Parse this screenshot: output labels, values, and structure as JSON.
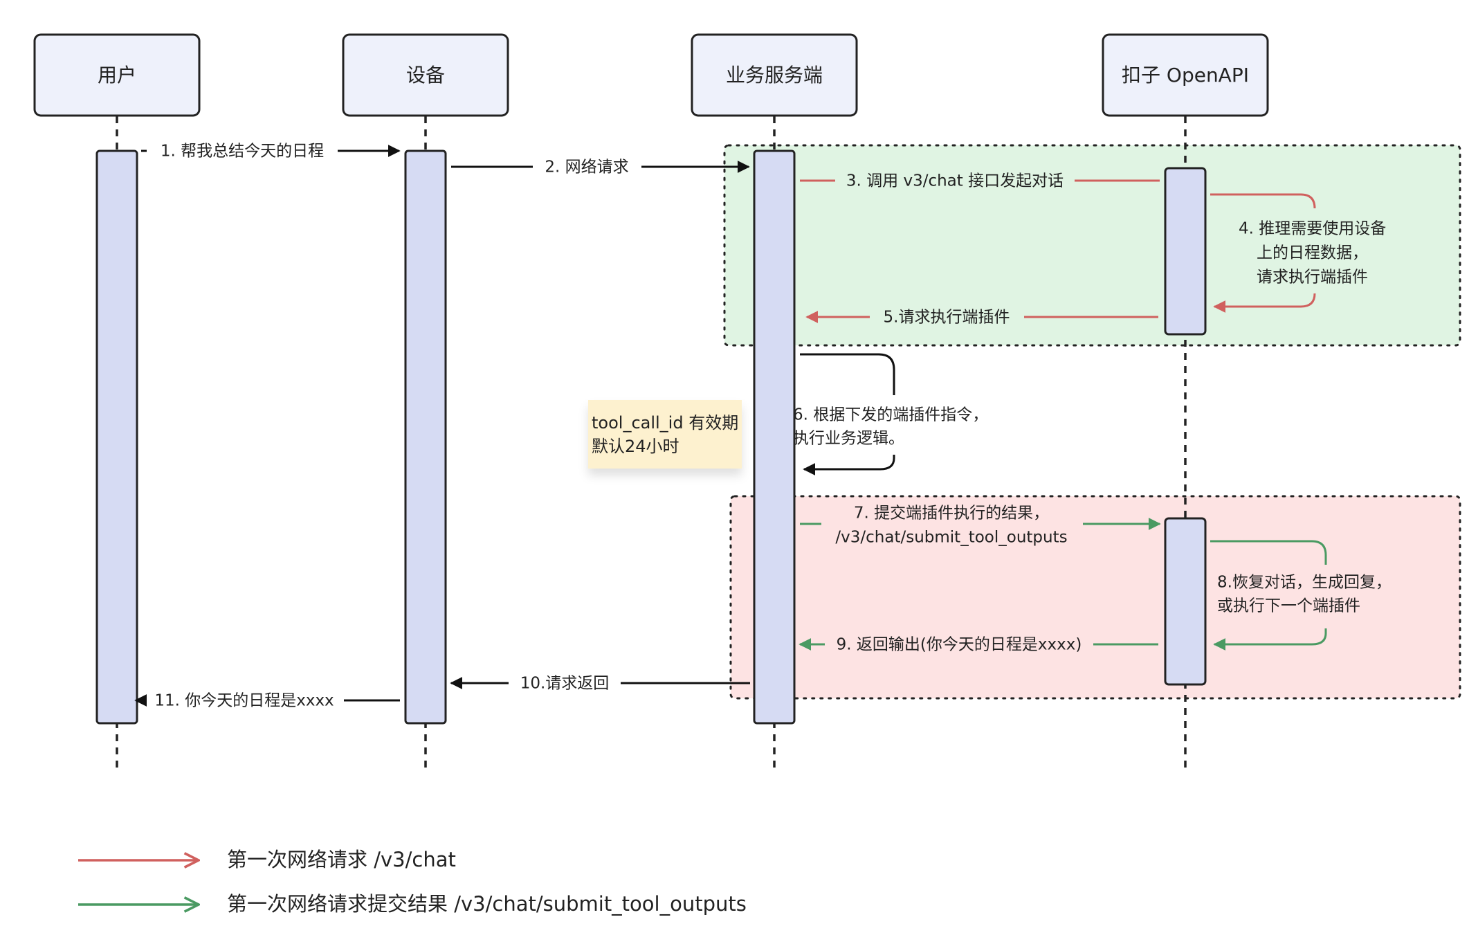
{
  "participants": [
    {
      "id": "user",
      "label": "用户"
    },
    {
      "id": "device",
      "label": "设备"
    },
    {
      "id": "server",
      "label": "业务服务端"
    },
    {
      "id": "coze",
      "label": "扣子 OpenAPI"
    }
  ],
  "messages": {
    "m1": "1. 帮我总结今天的日程",
    "m2": "2. 网络请求",
    "m3": "3. 调用 v3/chat 接口发起对话",
    "m4": [
      "4. 推理需要使用设备",
      "上的日程数据，",
      "请求执行端插件"
    ],
    "m5": "5.请求执行端插件",
    "m6": [
      "6. 根据下发的端插件指令，",
      "执行业务逻辑。"
    ],
    "m7": [
      "7. 提交端插件执行的结果，",
      "/v3/chat/submit_tool_outputs"
    ],
    "m8": [
      "8.恢复对话，生成回复，",
      "或执行下一个端插件"
    ],
    "m9": "9. 返回输出(你今天的日程是xxxx)",
    "m10": "10.请求返回",
    "m11": "11. 你今天的日程是xxxx"
  },
  "note": [
    "tool_call_id 有效期",
    "默认24小时"
  ],
  "legend": [
    {
      "label": "第一次网络请求 /v3/chat",
      "color": "#d0605e"
    },
    {
      "label": "第一次网络请求提交结果 /v3/chat/submit_tool_outputs",
      "color": "#4a9a62"
    }
  ],
  "colors": {
    "red": "#d0605e",
    "green": "#4a9a62",
    "green_zone": "#e0f4e3",
    "red_zone": "#fde3e3",
    "header_fill": "#eef1fb",
    "activation_fill": "#d6dbf3",
    "note_fill": "#fdf1cf"
  }
}
